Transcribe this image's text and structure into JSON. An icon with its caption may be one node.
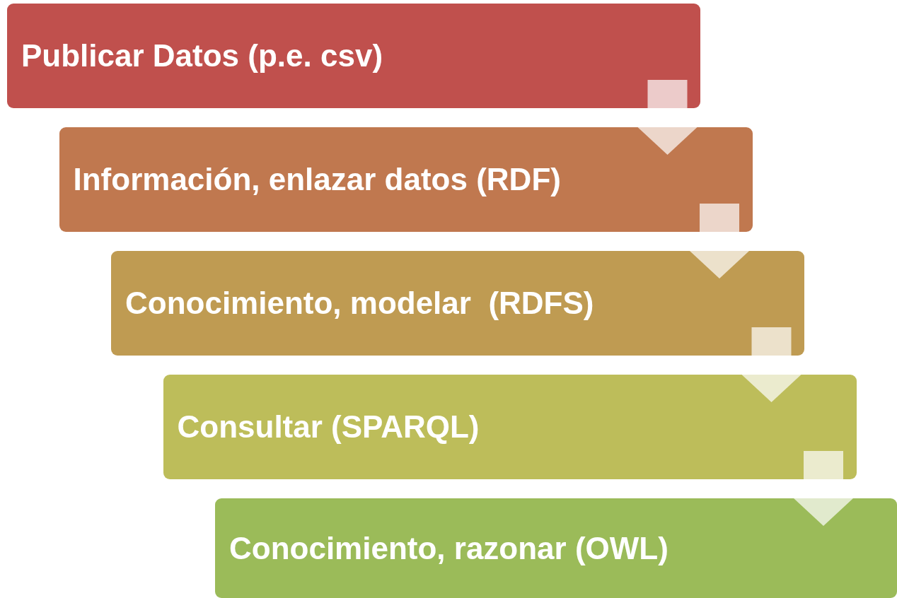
{
  "diagram": {
    "nodes": [
      {
        "text": [
          "Publicar Datos (p.e. csv)"
        ]
      },
      {
        "text": [
          "Información, enlazar datos (RDF)"
        ]
      },
      {
        "text": [
          "Conocimiento, modelar  (RDFS)"
        ]
      },
      {
        "text": [
          "Consultar (SPARQL)"
        ]
      },
      {
        "text": [
          "Conocimiento, razonar (OWL)"
        ]
      }
    ],
    "edges": [
      {
        "from": 0,
        "to": 1,
        "arrow": "to"
      },
      {
        "from": 1,
        "to": 2,
        "arrow": "to"
      },
      {
        "from": 2,
        "to": 3,
        "arrow": "to"
      },
      {
        "from": 3,
        "to": 4,
        "arrow": "to"
      }
    ]
  }
}
